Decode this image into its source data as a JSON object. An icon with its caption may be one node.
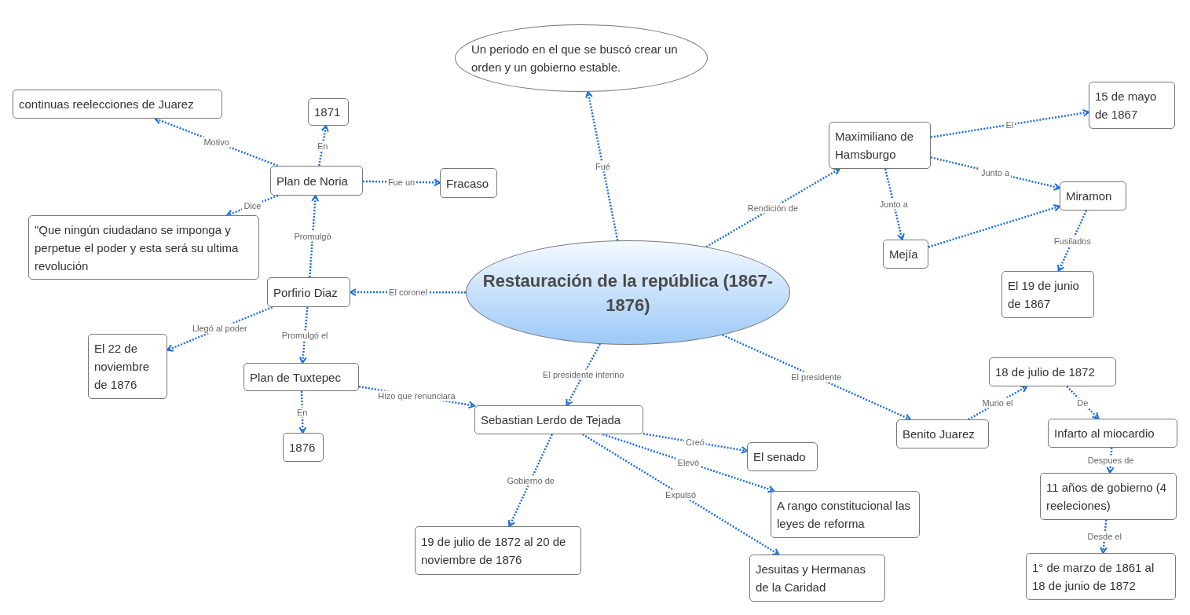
{
  "diagram": {
    "nodes": [
      {
        "text": [
          "Restauración de la república (1867-1876)"
        ]
      },
      {
        "text": [
          "Un periodo en el que se buscó crear un orden y un gobierno estable."
        ]
      },
      {
        "text": [
          "continuas reelecciones de Juarez"
        ]
      },
      {
        "text": [
          "1871"
        ]
      },
      {
        "text": [
          "Plan de Noria"
        ]
      },
      {
        "text": [
          "Fracaso"
        ]
      },
      {
        "text": [
          "\"Que ningún ciudadano se imponga y perpetue el poder y esta será su ultima revolución"
        ]
      },
      {
        "text": [
          "Porfirio Diaz"
        ]
      },
      {
        "text": [
          "El 22 de noviembre de 1876"
        ]
      },
      {
        "text": [
          "Plan de Tuxtepec"
        ]
      },
      {
        "text": [
          "1876"
        ]
      },
      {
        "text": [
          "Sebastian Lerdo de Tejada"
        ]
      },
      {
        "text": [
          "El senado"
        ]
      },
      {
        "text": [
          "A rango constitucional las leyes de reforma"
        ]
      },
      {
        "text": [
          "19 de julio de 1872 al 20 de noviembre de 1876"
        ]
      },
      {
        "text": [
          "Jesuitas y Hermanas de la Caridad"
        ]
      },
      {
        "text": [
          "Maximiliano de Hamsburgo"
        ]
      },
      {
        "text": [
          "15 de mayo de 1867"
        ]
      },
      {
        "text": [
          "Miramon"
        ]
      },
      {
        "text": [
          "Mejía"
        ]
      },
      {
        "text": [
          "El 19 de junio de 1867"
        ]
      },
      {
        "text": [
          "Benito Juarez"
        ]
      },
      {
        "text": [
          "18 de julio de 1872"
        ]
      },
      {
        "text": [
          "Infarto al miocardio"
        ]
      },
      {
        "text": [
          "11 años de gobierno (4 reeleciones)"
        ]
      },
      {
        "text": [
          "1° de marzo de 1861 al 18 de junio de 1872"
        ]
      }
    ],
    "edges": [
      {
        "from": 0,
        "to": 1,
        "arrow": "to",
        "label": "Fué"
      },
      {
        "from": 0,
        "to": 7,
        "arrow": "to",
        "label": "El coronel"
      },
      {
        "from": 7,
        "to": 4,
        "arrow": "to",
        "label": "Promulgó"
      },
      {
        "from": 4,
        "to": 3,
        "arrow": "to",
        "label": "En"
      },
      {
        "from": 4,
        "to": 2,
        "arrow": "to",
        "label": "Motivo"
      },
      {
        "from": 4,
        "to": 5,
        "arrow": "to",
        "label": "Fue un"
      },
      {
        "from": 4,
        "to": 6,
        "arrow": "to",
        "label": "Dice"
      },
      {
        "from": 7,
        "to": 8,
        "arrow": "to",
        "label": "Llegó al poder"
      },
      {
        "from": 7,
        "to": 9,
        "arrow": "to",
        "label": "Promulgó el"
      },
      {
        "from": 9,
        "to": 10,
        "arrow": "to",
        "label": "En"
      },
      {
        "from": 9,
        "to": 11,
        "arrow": "to",
        "label": "Hizo que renunciara"
      },
      {
        "from": 0,
        "to": 11,
        "arrow": "to",
        "label": "El presidente interino"
      },
      {
        "from": 11,
        "to": 12,
        "arrow": "to",
        "label": "Creó"
      },
      {
        "from": 11,
        "to": 13,
        "arrow": "to",
        "label": "Elevó"
      },
      {
        "from": 11,
        "to": 14,
        "arrow": "to",
        "label": "Gobierno de"
      },
      {
        "from": 11,
        "to": 15,
        "arrow": "to",
        "label": "Expulsó"
      },
      {
        "from": 0,
        "to": 16,
        "arrow": "to",
        "label": "Rendición de"
      },
      {
        "from": 16,
        "to": 17,
        "arrow": "to",
        "label": "El"
      },
      {
        "from": 16,
        "to": 18,
        "arrow": "to",
        "label": "Junto a"
      },
      {
        "from": 16,
        "to": 19,
        "arrow": "to",
        "label": "Junto a"
      },
      {
        "from": 19,
        "to": 18,
        "arrow": "to"
      },
      {
        "from": 18,
        "to": 20,
        "arrow": "to",
        "label": "Fusilados"
      },
      {
        "from": 0,
        "to": 21,
        "arrow": "to",
        "label": "El presidente"
      },
      {
        "from": 21,
        "to": 22,
        "arrow": "to",
        "label": "Murio el"
      },
      {
        "from": 22,
        "to": 23,
        "arrow": "to",
        "label": "De"
      },
      {
        "from": 23,
        "to": 24,
        "arrow": "to",
        "label": "Despues de"
      },
      {
        "from": 24,
        "to": 25,
        "arrow": "to",
        "label": "Desde el"
      }
    ]
  }
}
